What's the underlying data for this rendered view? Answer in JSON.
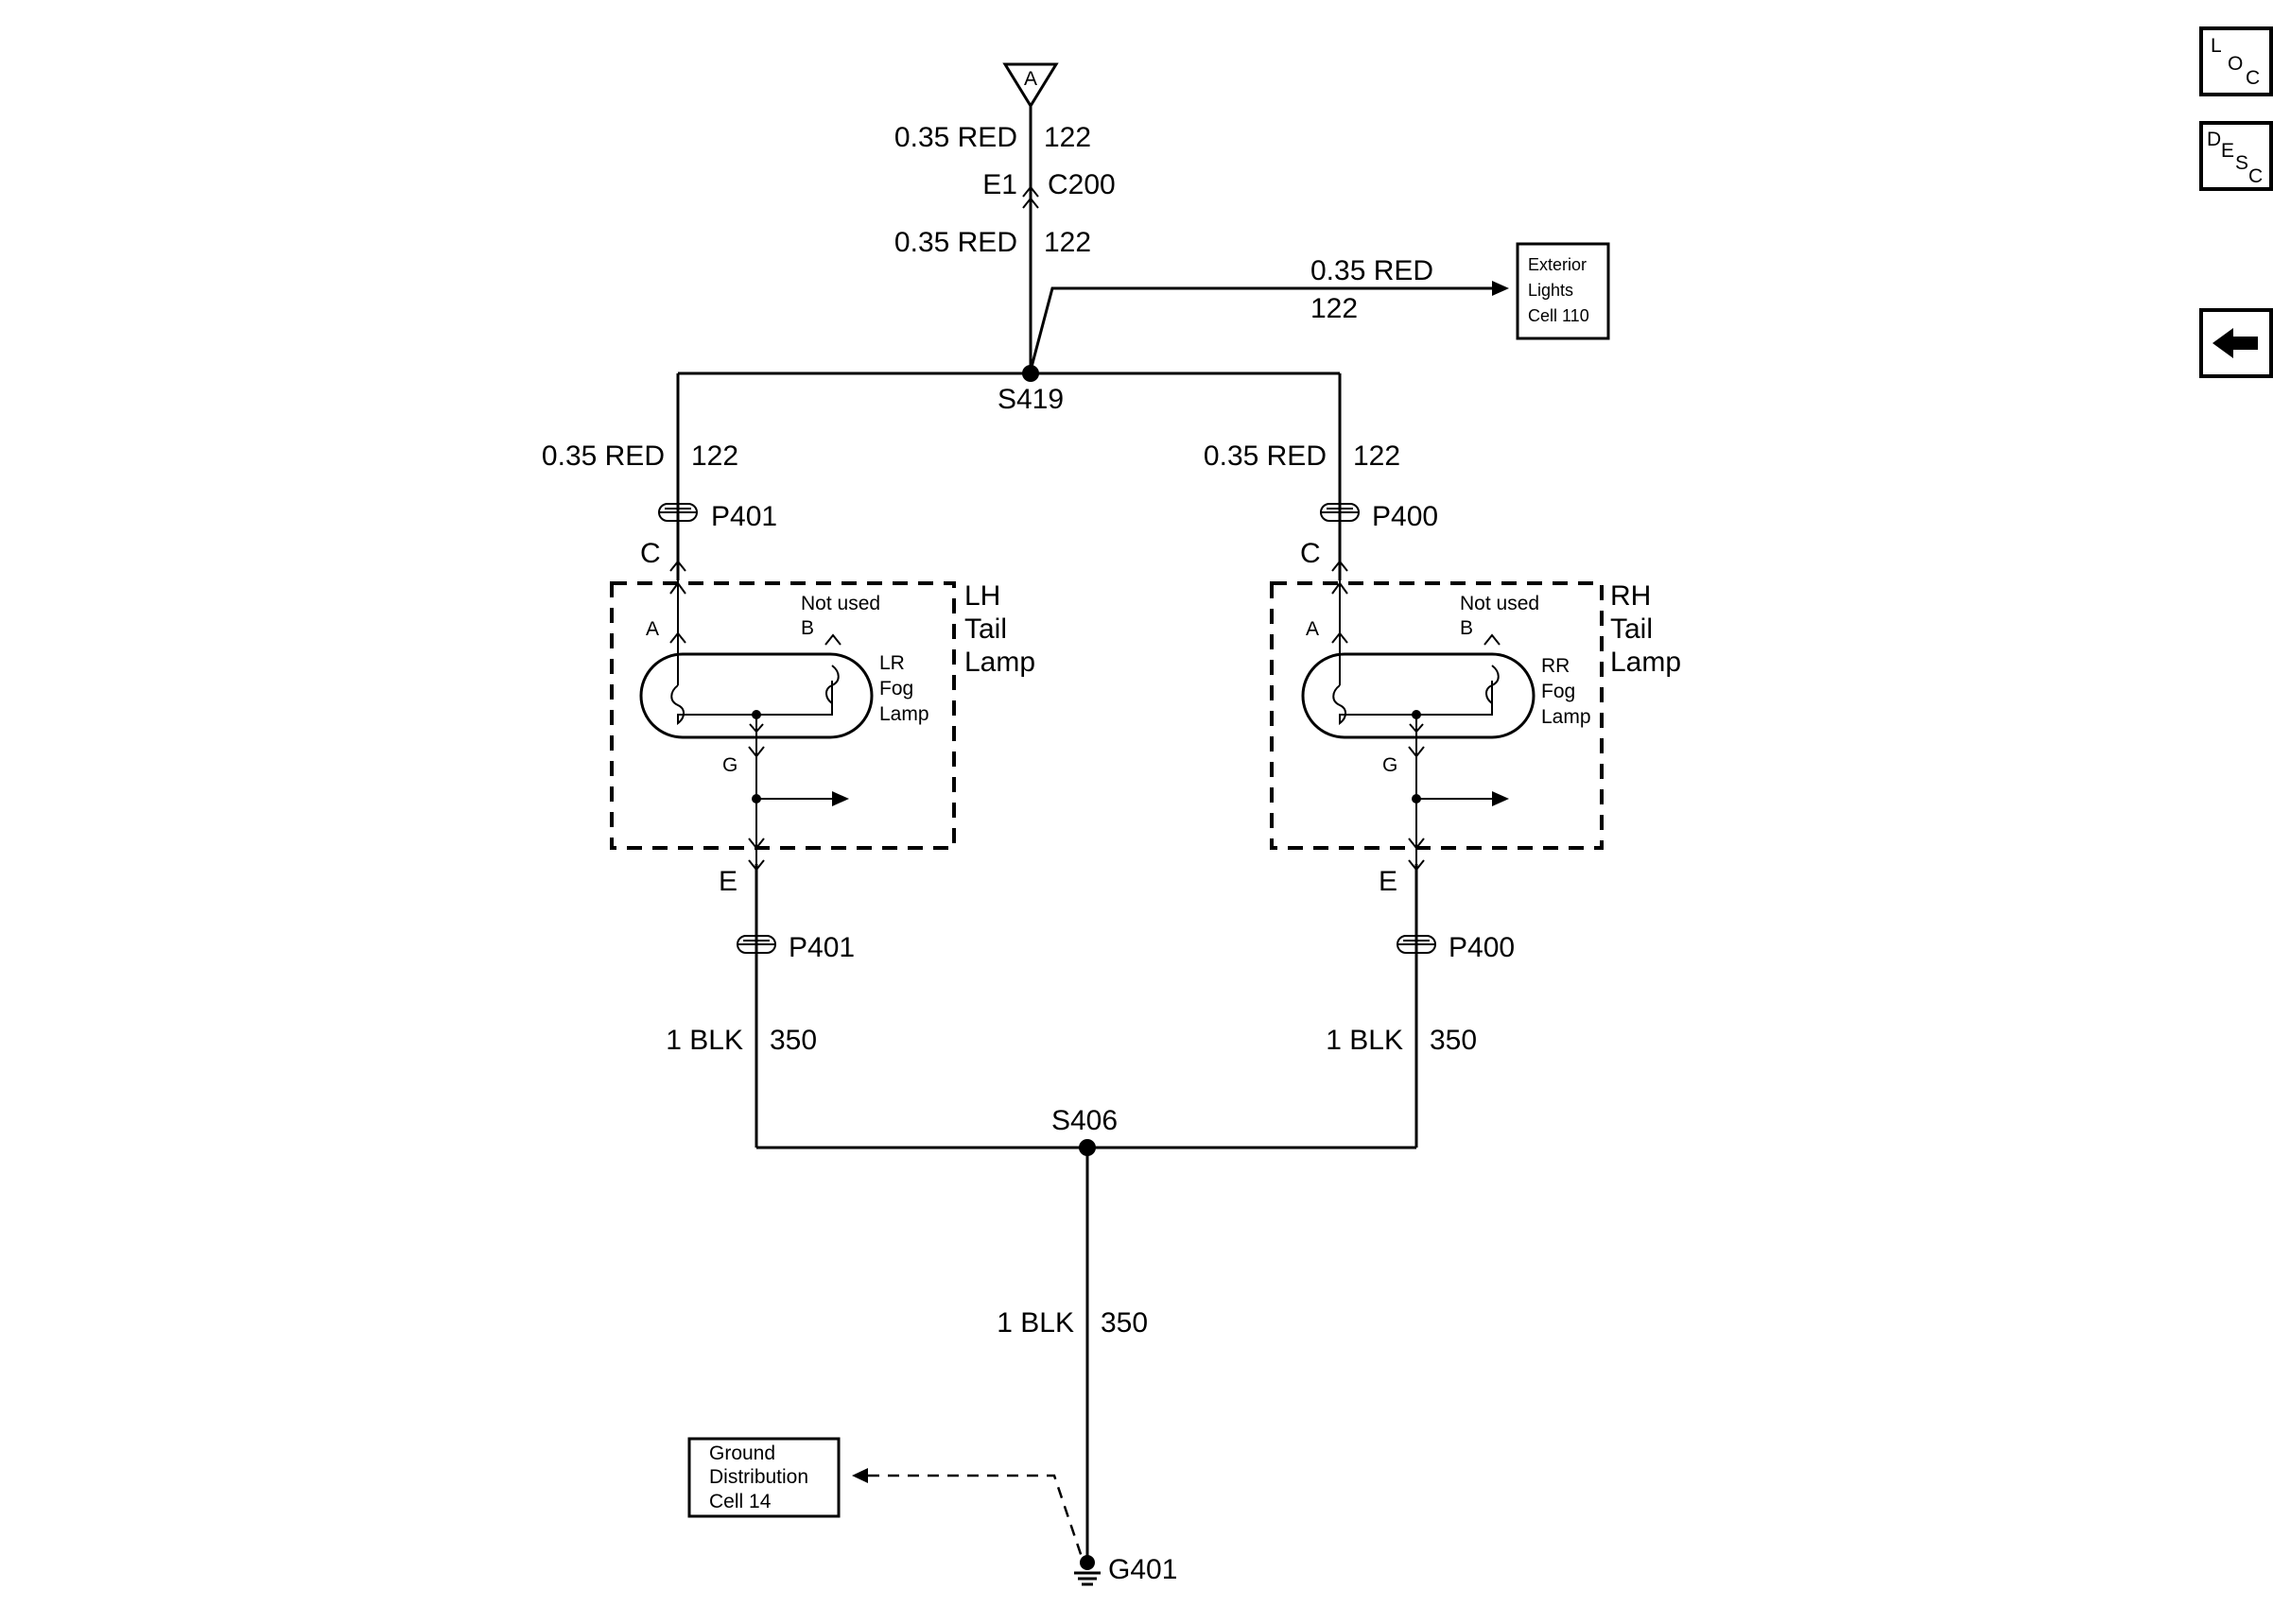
{
  "source": {
    "marker": "A",
    "top_wire_gauge_color": "0.35 RED",
    "top_wire_circuit": "122"
  },
  "connector_c200": {
    "pin": "E1",
    "name": "C200"
  },
  "mid_wire": {
    "gauge_color": "0.35 RED",
    "circuit": "122"
  },
  "branch_wire": {
    "gauge_color": "0.35 RED",
    "circuit": "122"
  },
  "exterior_lights_box": {
    "line1": "Exterior",
    "line2": "Lights",
    "line3": "Cell 110"
  },
  "splice_top": "S419",
  "left": {
    "wire_gauge_color": "0.35 RED",
    "wire_circuit": "122",
    "connector_top": "P401",
    "pin_top": "C",
    "pin_a": "A",
    "not_used": "Not used",
    "pin_b": "B",
    "lamp_line1": "LR",
    "lamp_line2": "Fog",
    "lamp_line3": "Lamp",
    "pin_g": "G",
    "assembly_line1": "LH",
    "assembly_line2": "Tail",
    "assembly_line3": "Lamp",
    "pin_bottom": "E",
    "connector_bottom": "P401",
    "ground_wire_gauge_color": "1 BLK",
    "ground_wire_circuit": "350"
  },
  "right": {
    "wire_gauge_color": "0.35 RED",
    "wire_circuit": "122",
    "connector_top": "P400",
    "pin_top": "C",
    "pin_a": "A",
    "not_used": "Not used",
    "pin_b": "B",
    "lamp_line1": "RR",
    "lamp_line2": "Fog",
    "lamp_line3": "Lamp",
    "pin_g": "G",
    "assembly_line1": "RH",
    "assembly_line2": "Tail",
    "assembly_line3": "Lamp",
    "pin_bottom": "E",
    "connector_bottom": "P400",
    "ground_wire_gauge_color": "1 BLK",
    "ground_wire_circuit": "350"
  },
  "splice_bottom": "S406",
  "ground_wire": {
    "gauge_color": "1 BLK",
    "circuit": "350"
  },
  "ground_box": {
    "line1": "Ground",
    "line2": "Distribution",
    "line3": "Cell 14"
  },
  "ground": "G401",
  "nav": {
    "loc": {
      "l": "L",
      "o": "O",
      "c": "C"
    },
    "desc": {
      "d": "D",
      "e": "E",
      "s": "S",
      "c": "C"
    }
  }
}
